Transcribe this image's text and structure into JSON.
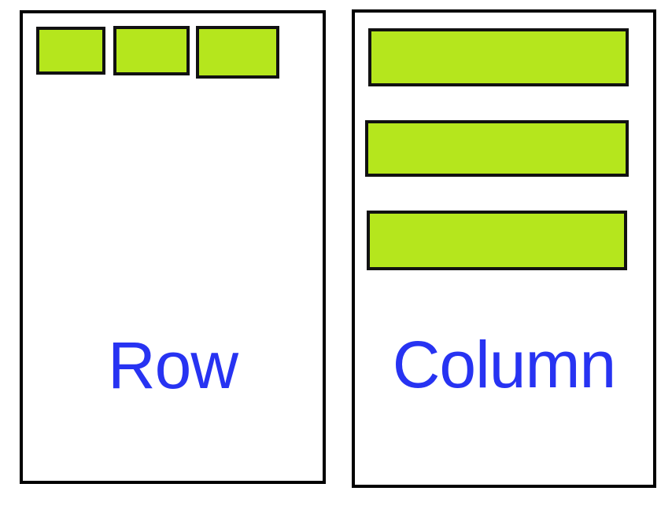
{
  "colors": {
    "box_fill": "#b5e61d",
    "label_text": "#2733f2",
    "border": "#000000"
  },
  "panels": {
    "row": {
      "label": "Row",
      "box_count": 3
    },
    "column": {
      "label": "Column",
      "box_count": 3
    }
  }
}
